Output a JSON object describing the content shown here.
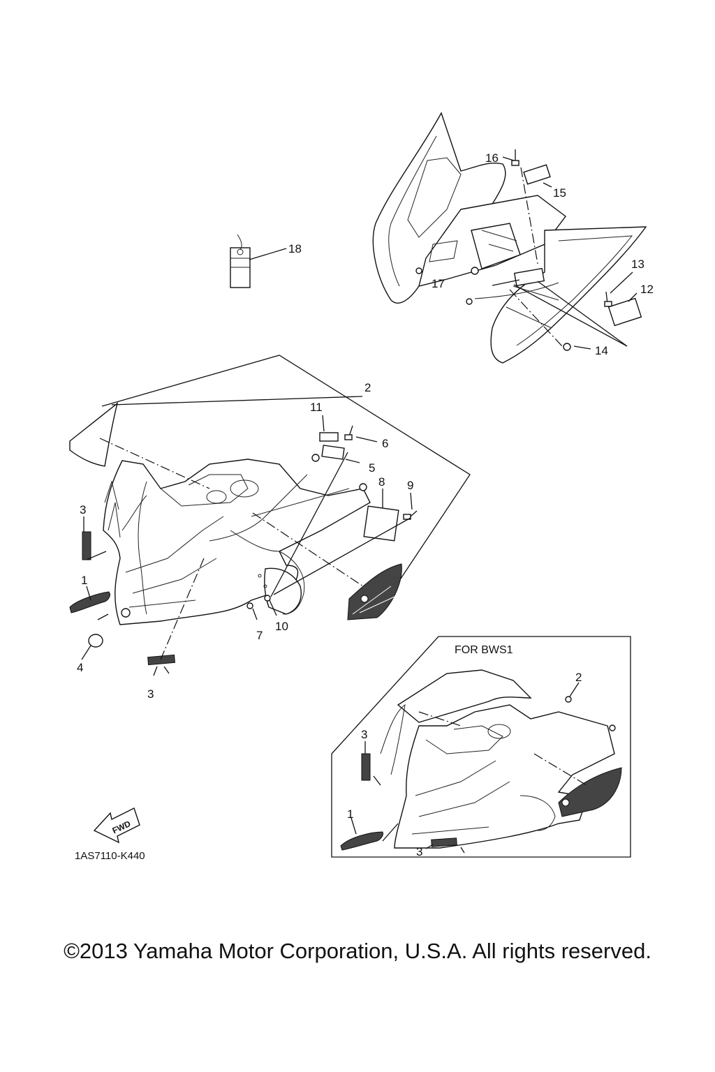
{
  "callouts": [
    "1",
    "2",
    "3",
    "4",
    "5",
    "6",
    "7",
    "8",
    "9",
    "10",
    "11",
    "12",
    "13",
    "14",
    "15",
    "16",
    "17",
    "18"
  ],
  "inset": {
    "title": "FOR BWS1",
    "callouts": [
      "1",
      "2",
      "3",
      "3"
    ]
  },
  "fwd_label": "FWD",
  "diagram_code": "1AS7110-K440",
  "copyright": "©2013 Yamaha Motor Corporation, U.S.A. All rights reserved."
}
